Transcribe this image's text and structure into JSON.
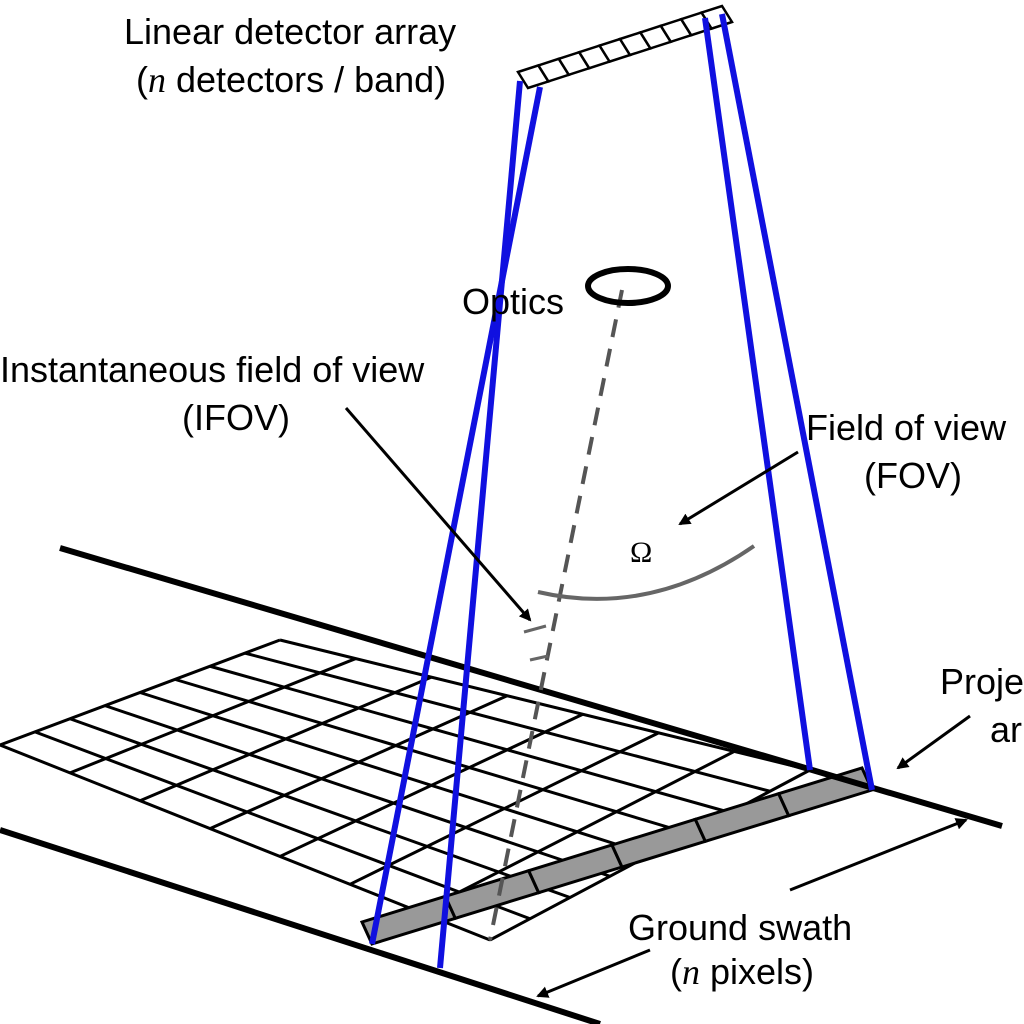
{
  "labels": {
    "detector_line1": "Linear detector array",
    "detector_open": "(",
    "detector_n": "n",
    "detector_rest": " detectors / band)",
    "optics": "Optics",
    "ifov_line1": "Instantaneous field of view",
    "ifov_line2": "(IFOV)",
    "fov_line1": "Field of view",
    "fov_line2": "(FOV)",
    "omega": "Ω",
    "projected_line1": "Projected",
    "projected_line2": "array",
    "swath_line1": "Ground swath",
    "swath_open": "(",
    "swath_n": "n",
    "swath_rest": " pixels)"
  },
  "colors": {
    "ray": "#1010e0",
    "ink": "#000000",
    "arc": "#666666",
    "swath_fill": "#999999"
  }
}
